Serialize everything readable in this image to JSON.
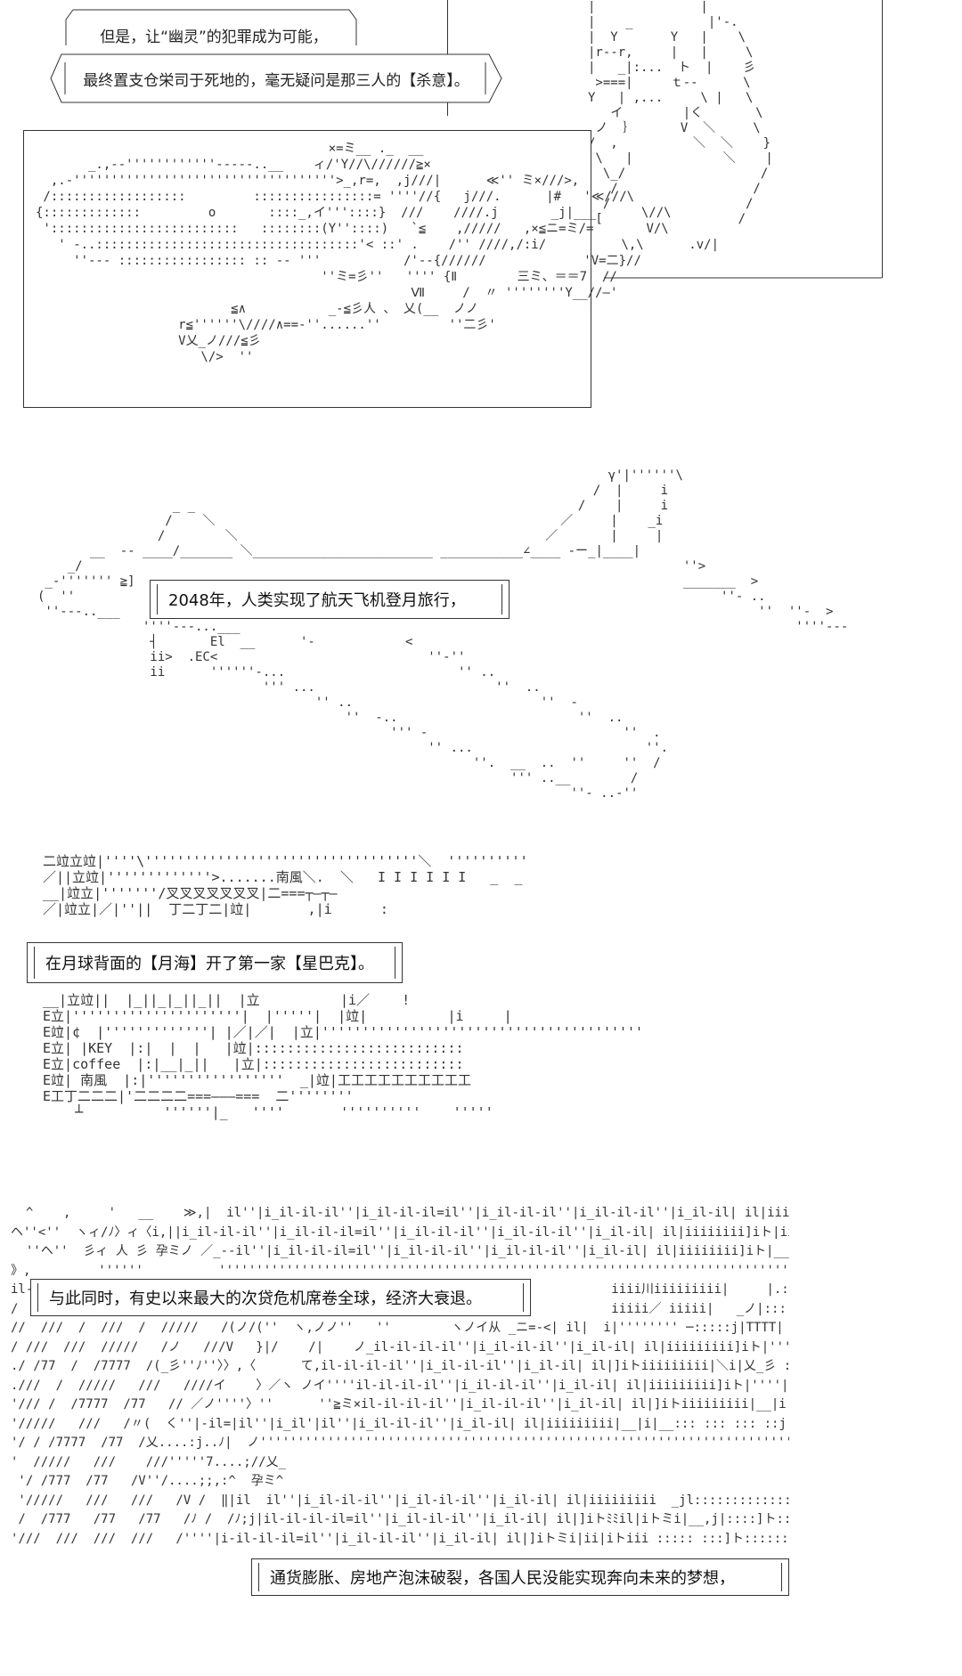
{
  "captions": {
    "c1": "但是，让“幽灵”的犯罪成为可能，",
    "c2": "最终置支仓栄司于死地的，毫无疑问是那三人的【杀意】。",
    "c3": "2048年，人类实现了航天飞机登月旅行，",
    "c4": "在月球背面的【月海】开了第一家【星巴克】。",
    "c5": "与此同时，有史以来最大的次贷危机席卷全球，经济大衰退。",
    "c6": "通货膨胀、房地产泡沫破裂，各国人民没能实现奔向未来的梦想，"
  },
  "store_signs": {
    "south_wind_1": "南風",
    "key": "KEY",
    "coffee": "coffee",
    "south_wind_2": "南風"
  }
}
